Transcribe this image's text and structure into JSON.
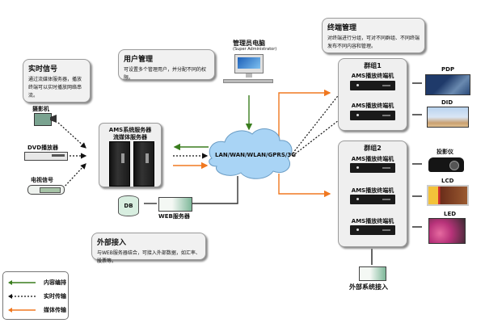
{
  "callouts": {
    "realtime": {
      "title": "实时信号",
      "body": "通过流媒体服务器，播放终端可以实时播放网络串流。"
    },
    "user_mgmt": {
      "title": "用户管理",
      "body": "可设置多个管理用户，并分配不同的权限。"
    },
    "terminal_mgmt": {
      "title": "终端管理",
      "body": "对终端进行分组，可对不同群组、不同终端发布不同内容和管理。"
    },
    "external": {
      "title": "外部接入",
      "body": "与WEB服务器结合，可接入外部数据，如汇率、股票等。"
    }
  },
  "sources": [
    {
      "label": "摄影机",
      "icon": "camera-icon"
    },
    {
      "label": "DVD播放器",
      "icon": "dvd-player-icon"
    },
    {
      "label": "电视信号",
      "icon": "tv-tuner-icon"
    }
  ],
  "server": {
    "line1": "AMS系统服务器",
    "line2": "流媒体服务器"
  },
  "db": {
    "label": "DB"
  },
  "web_server": {
    "label": "WEB服务器"
  },
  "admin": {
    "title": "管理员电脑",
    "subtitle": "(Super Administrator)"
  },
  "network": {
    "label": "LAN/WAN/WLAN/GPRS/3G"
  },
  "groups": [
    {
      "title": "群组1",
      "terminals": [
        "AMS播放终端机",
        "AMS播放终端机"
      ]
    },
    {
      "title": "群组2",
      "terminals": [
        "AMS播放终端机",
        "AMS播放终端机",
        "AMS播放终端机"
      ]
    }
  ],
  "displays": [
    {
      "label": "PDP"
    },
    {
      "label": "DID"
    },
    {
      "label": "投影仪"
    },
    {
      "label": "LCD"
    },
    {
      "label": "LED"
    }
  ],
  "external_system": {
    "label": "外部系统接入"
  },
  "legend": [
    {
      "label": "内容编排",
      "style": "solid",
      "color": "#3a7d1e"
    },
    {
      "label": "实时传输",
      "style": "dotted",
      "color": "#111111"
    },
    {
      "label": "媒体传输",
      "style": "solid",
      "color": "#f07820"
    }
  ],
  "colors": {
    "content": "#3a7d1e",
    "realtime": "#111111",
    "media": "#f07820",
    "cloud": "#a9d4f5"
  }
}
